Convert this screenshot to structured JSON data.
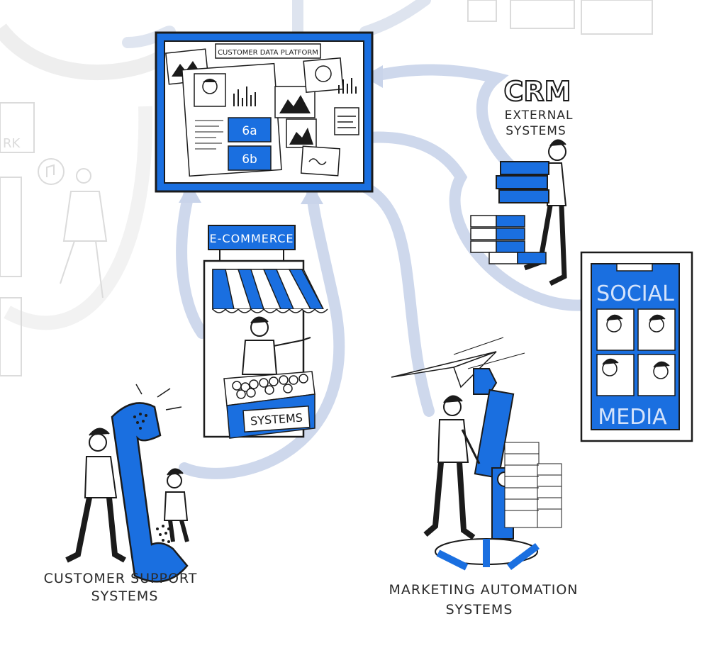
{
  "colors": {
    "accent": "#1a6fe0",
    "ink": "#1b1b1b",
    "flow_arrow": "#c9d4ea",
    "faded": "#d9d9d9"
  },
  "board": {
    "title": "CUSTOMER DATA PLATFORM",
    "tag_a": "6a",
    "tag_b": "6b"
  },
  "crm": {
    "heading": "CRM",
    "line1": "EXTERNAL",
    "line2": "SYSTEMS"
  },
  "ecommerce": {
    "sign": "E-COMMERCE",
    "counter": "SYSTEMS"
  },
  "social": {
    "top": "SOCIAL",
    "bottom": "MEDIA"
  },
  "support": {
    "line1": "CUSTOMER SUPPORT",
    "line2": "SYSTEMS"
  },
  "marketing": {
    "line1": "MARKETING AUTOMATION",
    "line2": "SYSTEMS"
  },
  "background": {
    "faded_sign": "RK"
  }
}
